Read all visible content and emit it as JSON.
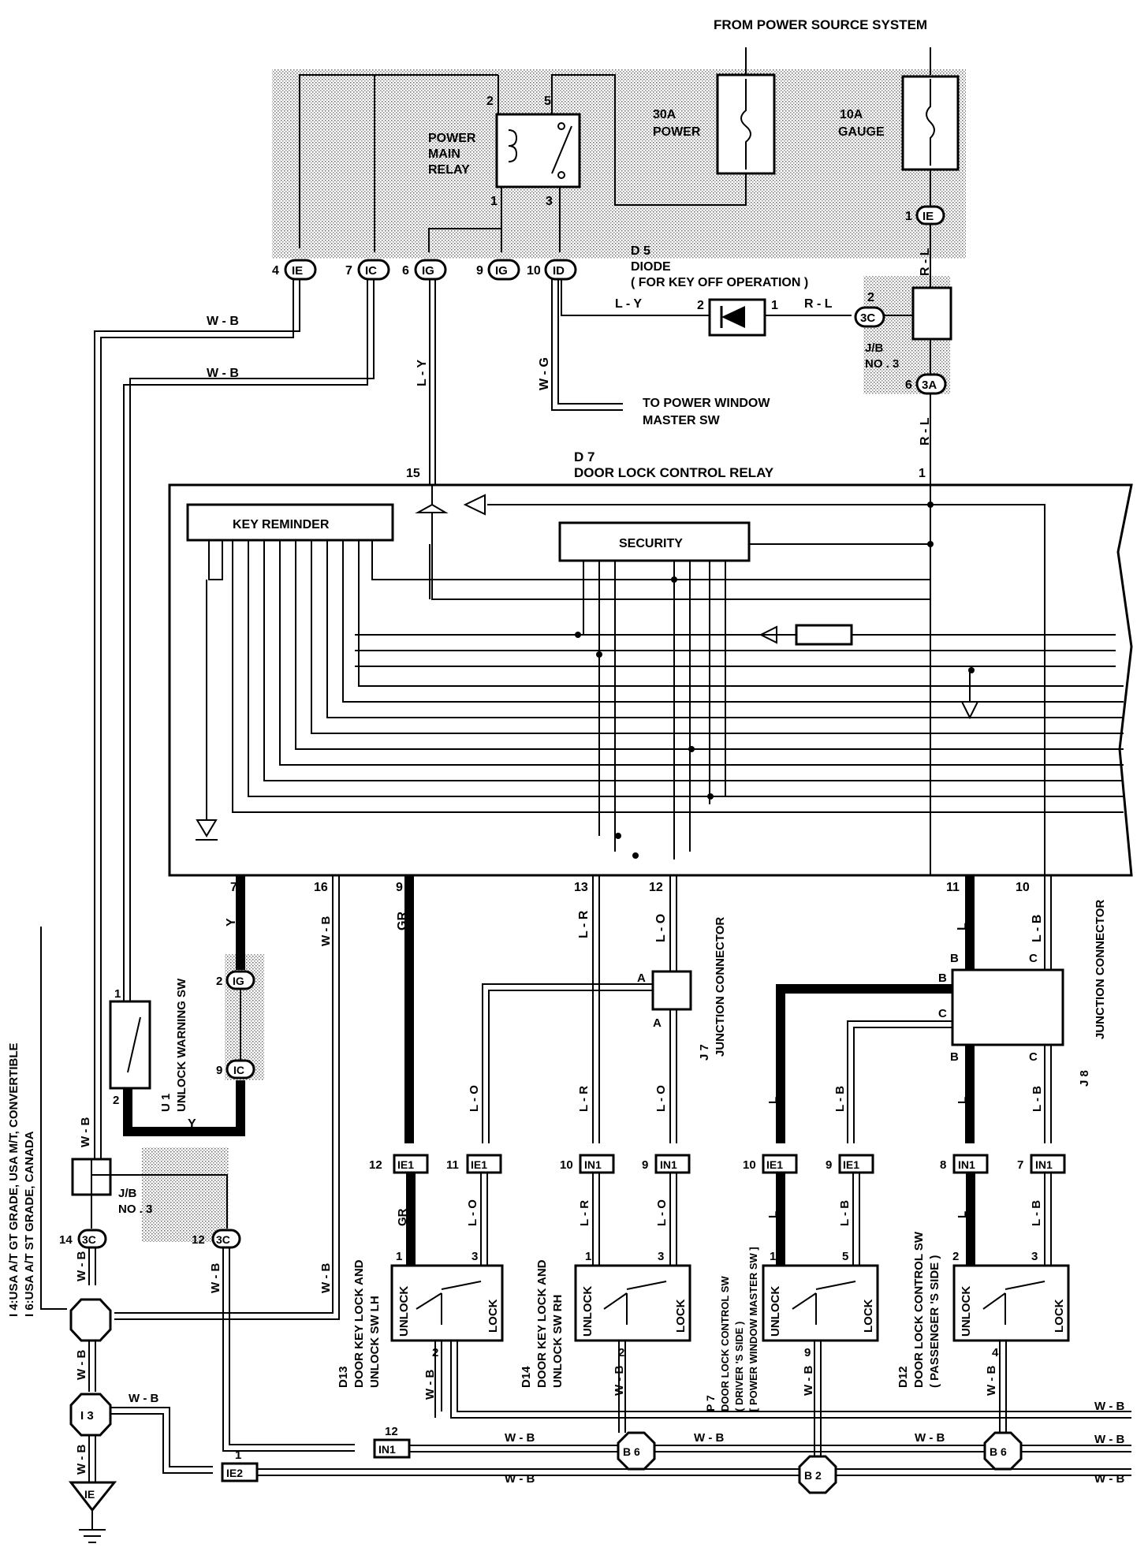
{
  "header": {
    "from_power": "FROM POWER SOURCE SYSTEM"
  },
  "relay": {
    "label_1": "POWER",
    "label_2": "MAIN",
    "label_3": "RELAY",
    "pin_2": "2",
    "pin_5": "5",
    "pin_1": "1",
    "pin_3": "3"
  },
  "fuses": {
    "power_1": "30A",
    "power_2": "POWER",
    "gauge_1": "10A",
    "gauge_2": "GAUGE"
  },
  "connectors": {
    "ie_top": "IE",
    "ie_top_pin": "1",
    "ie4": "IE",
    "ie4_pin": "4",
    "ic7": "IC",
    "ic7_pin": "7",
    "ig6": "IG",
    "ig6_pin": "6",
    "ig9": "IG",
    "ig9_pin": "9",
    "id10": "ID",
    "id10_pin": "10",
    "c3c_top": "3C",
    "c3c_top_pin": "2",
    "c3a": "3A",
    "c3a_pin": "6",
    "ig2": "IG",
    "ig2_pin": "2",
    "ic9": "IC",
    "ic9_pin": "9",
    "c3c_14": "3C",
    "c3c_14_pin": "14",
    "c3c_12": "3C",
    "c3c_12_pin": "12"
  },
  "diode": {
    "title": "D 5",
    "label": "DIODE",
    "note": "( FOR KEY OFF OPERATION )",
    "pin_2": "2",
    "pin_1": "1"
  },
  "jb_top": {
    "l1": "J/B",
    "l2": "NO . 3"
  },
  "jb_bottom": {
    "l1": "J/B",
    "l2": "NO . 3"
  },
  "power_window": {
    "l1": "TO POWER WINDOW",
    "l2": "MASTER SW"
  },
  "relay_d7": {
    "title": "D 7",
    "label": "DOOR LOCK CONTROL RELAY",
    "pin_15": "15",
    "pin_1": "1"
  },
  "boxes": {
    "key_reminder": "KEY REMINDER",
    "security": "SECURITY"
  },
  "wire_colors": {
    "wb": "W - B",
    "ly": "L - Y",
    "wg": "W - G",
    "rl": "R - L",
    "gr": "GR",
    "lr": "L - R",
    "lo": "L - O",
    "l": "L",
    "lb": "L - B",
    "y": "Y"
  },
  "relay_pins": {
    "p7": "7",
    "p16": "16",
    "p9": "9",
    "p13": "13",
    "p12": "12",
    "p11": "11",
    "p10": "10"
  },
  "junction": {
    "j7_1": "J 7",
    "j7_2": "JUNCTION CONNECTOR",
    "j8_1": "J 8",
    "j8_2": "JUNCTION CONNECTOR",
    "a": "A",
    "b": "B",
    "c": "C"
  },
  "unlock_sw": {
    "l1": "U 1",
    "l2": "UNLOCK WARNING SW",
    "pin_1": "1",
    "pin_2": "2"
  },
  "side_note": {
    "l1": "I 4:USA A/T GT GRADE, USA M/T, CONVERTIBLE",
    "l2": "I 6:USA A/T ST GRADE, CANADA"
  },
  "bottom_connectors": {
    "ie1_12": "IE1",
    "ie1_12_pin": "12",
    "ie1_11": "IE1",
    "ie1_11_pin": "11",
    "in1_10": "IN1",
    "in1_10_pin": "10",
    "in1_9": "IN1",
    "in1_9_pin": "9",
    "ie1_10": "IE1",
    "ie1_10_pin": "10",
    "ie1_9": "IE1",
    "ie1_9_pin": "9",
    "in1_8": "IN1",
    "in1_8_pin": "8",
    "in1_7": "IN1",
    "in1_7_pin": "7",
    "in1_gnd": "IN1",
    "in1_gnd_pin": "12",
    "ie2_gnd": "IE2",
    "ie2_gnd_pin": "1"
  },
  "switches": {
    "unlock": "UNLOCK",
    "lock": "LOCK",
    "d13_1": "D13",
    "d13_2": "DOOR KEY LOCK AND",
    "d13_3": "UNLOCK SW LH",
    "d14_1": "D14",
    "d14_2": "DOOR KEY LOCK AND",
    "d14_3": "UNLOCK SW RH",
    "p7_1": "P 7",
    "p7_2": "DOOR LOCK CONTROL SW",
    "p7_3": "( DRIVER 'S SIDE )",
    "p7_4": "[ POWER WINDOW MASTER SW ]",
    "d12_1": "D12",
    "d12_2": "DOOR LOCK CONTROL SW",
    "d12_3": "( PASSENGER 'S SIDE )",
    "pin_1": "1",
    "pin_2": "2",
    "pin_3": "3",
    "pin_5": "5",
    "pin_9": "9",
    "pin_4": "4"
  },
  "grounds": {
    "b6": "B 6",
    "b2": "B 2",
    "i3": "I 3",
    "ie": "IE"
  }
}
